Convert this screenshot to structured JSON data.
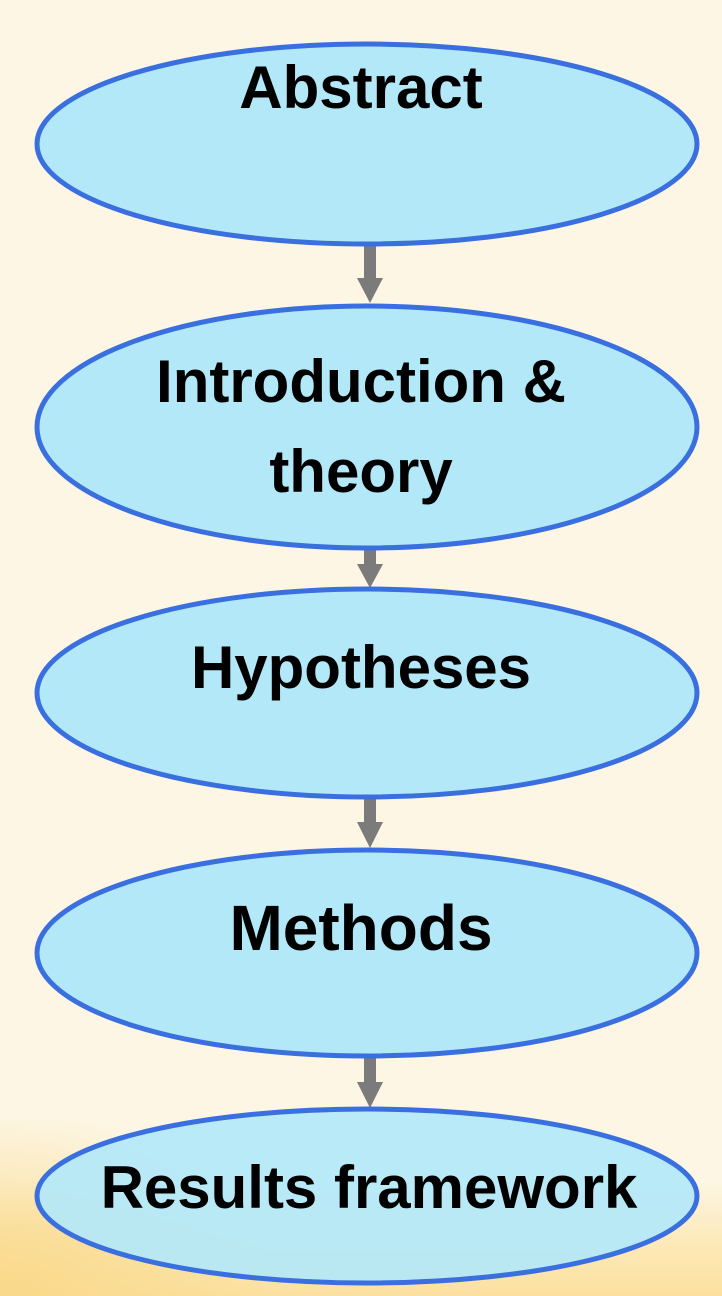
{
  "diagram": {
    "nodes": [
      {
        "id": "abstract",
        "label": "Abstract"
      },
      {
        "id": "introduction",
        "label": "Introduction &",
        "label2": "theory"
      },
      {
        "id": "hypotheses",
        "label": "Hypotheses"
      },
      {
        "id": "methods",
        "label": "Methods"
      },
      {
        "id": "results",
        "label": "Results framework"
      }
    ],
    "edges": [
      {
        "from": "abstract",
        "to": "introduction"
      },
      {
        "from": "introduction",
        "to": "hypotheses"
      },
      {
        "from": "hypotheses",
        "to": "methods"
      },
      {
        "from": "methods",
        "to": "results"
      }
    ],
    "colors": {
      "background": "#fdf6e4",
      "node_fill": "#b3e8f8",
      "node_stroke": "#3a6fe0",
      "arrow": "#7b7b7b",
      "text": "#000000"
    }
  }
}
